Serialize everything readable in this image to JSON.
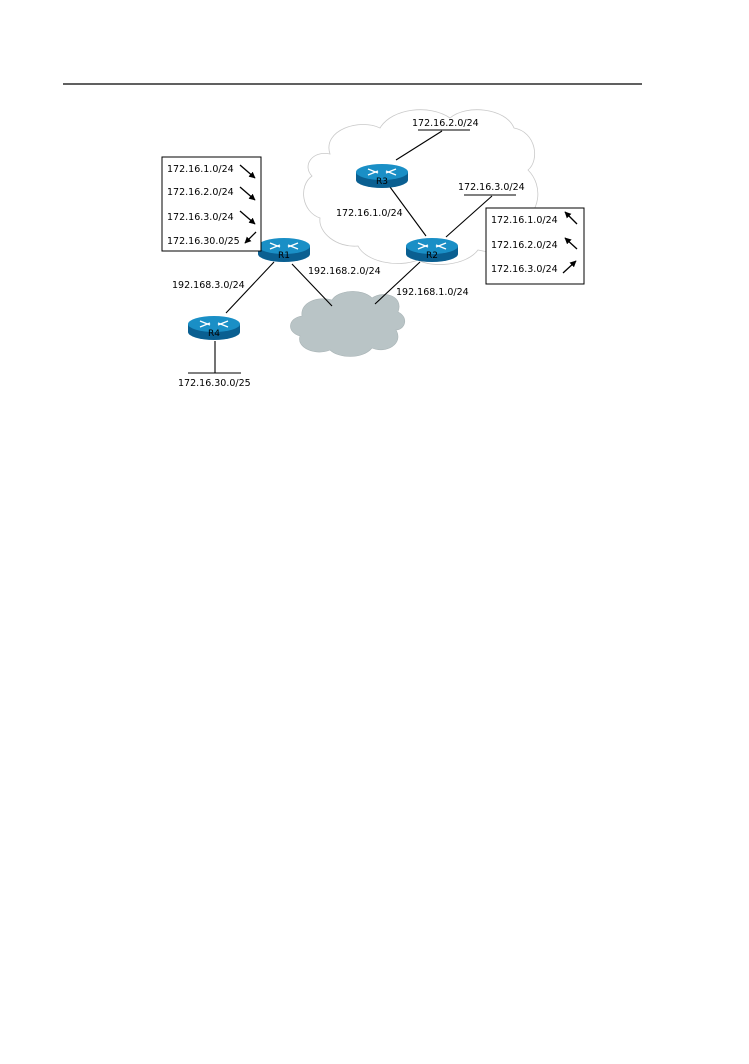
{
  "routers": {
    "r1": "R1",
    "r2": "R2",
    "r3": "R3",
    "r4": "R4"
  },
  "networks": {
    "r3_lan": "172.16.2.0/24",
    "r2_lan": "172.16.3.0/24",
    "r3_r2_link": "172.16.1.0/24",
    "r1_cloud_link": "192.168.2.0/24",
    "r2_cloud_link": "192.168.1.0/24",
    "r1_r4_link": "192.168.3.0/24",
    "r4_lan": "172.16.30.0/25"
  },
  "r1_table": {
    "entries": [
      {
        "prefix": "172.16.1.0/24",
        "direction": "inbound"
      },
      {
        "prefix": "172.16.2.0/24",
        "direction": "inbound"
      },
      {
        "prefix": "172.16.3.0/24",
        "direction": "inbound"
      },
      {
        "prefix": "172.16.30.0/25",
        "direction": "outbound"
      }
    ]
  },
  "r2_table": {
    "entries": [
      {
        "prefix": "172.16.1.0/24",
        "direction": "outbound"
      },
      {
        "prefix": "172.16.2.0/24",
        "direction": "outbound"
      },
      {
        "prefix": "172.16.3.0/24",
        "direction": "inbound"
      }
    ]
  },
  "colors": {
    "router_top": "#1a8fc6",
    "router_side": "#0a5f91",
    "wan_cloud": "#b9c4c6",
    "domain_cloud_outline": "#c9c9c9"
  },
  "icons": {
    "router": "cisco-router-icon",
    "cloud": "wan-cloud-icon"
  }
}
